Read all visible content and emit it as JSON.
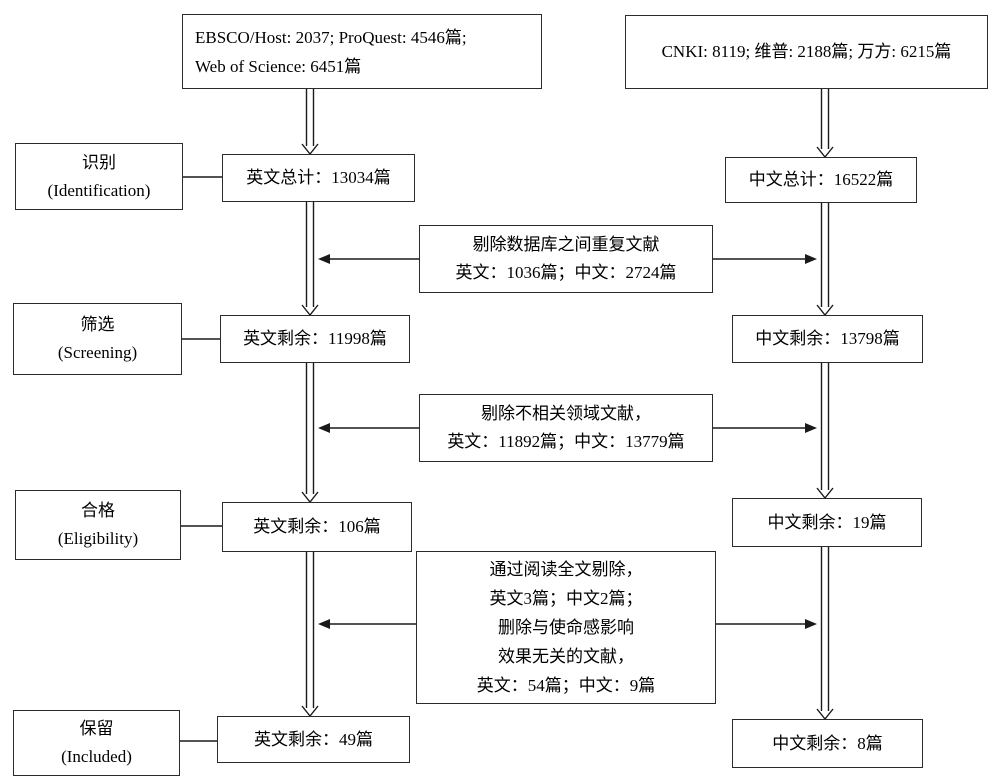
{
  "sources": {
    "english_line1": "EBSCO/Host: 2037; ProQuest: 4546篇;",
    "english_line2": "Web of Science: 6451篇",
    "chinese": "CNKI: 8119; 维普: 2188篇; 万方: 6215篇"
  },
  "stages": [
    {
      "zh": "识别",
      "en": "(Identification)"
    },
    {
      "zh": "筛选",
      "en": "(Screening)"
    },
    {
      "zh": "合格",
      "en": "(Eligibility)"
    },
    {
      "zh": "保留",
      "en": "(Included)"
    }
  ],
  "english_column": [
    "英文总计：13034篇",
    "英文剩余：11998篇",
    "英文剩余：106篇",
    "英文剩余：49篇"
  ],
  "chinese_column": [
    "中文总计：16522篇",
    "中文剩余：13798篇",
    "中文剩余：19篇",
    "中文剩余：8篇"
  ],
  "exclusion_boxes": [
    {
      "lines": [
        "剔除数据库之间重复文献",
        "英文：1036篇；中文：2724篇"
      ]
    },
    {
      "lines": [
        "剔除不相关领域文献，",
        "英文：11892篇；中文：13779篇"
      ]
    },
    {
      "lines": [
        "通过阅读全文剔除，",
        "英文3篇；中文2篇；",
        "删除与使命感影响",
        "效果无关的文献，",
        "英文：54篇；中文：9篇"
      ]
    }
  ],
  "colors": {
    "border": "#2b2b2b",
    "line": "#1a1a1a",
    "text": "#000000",
    "background": "#ffffff"
  }
}
